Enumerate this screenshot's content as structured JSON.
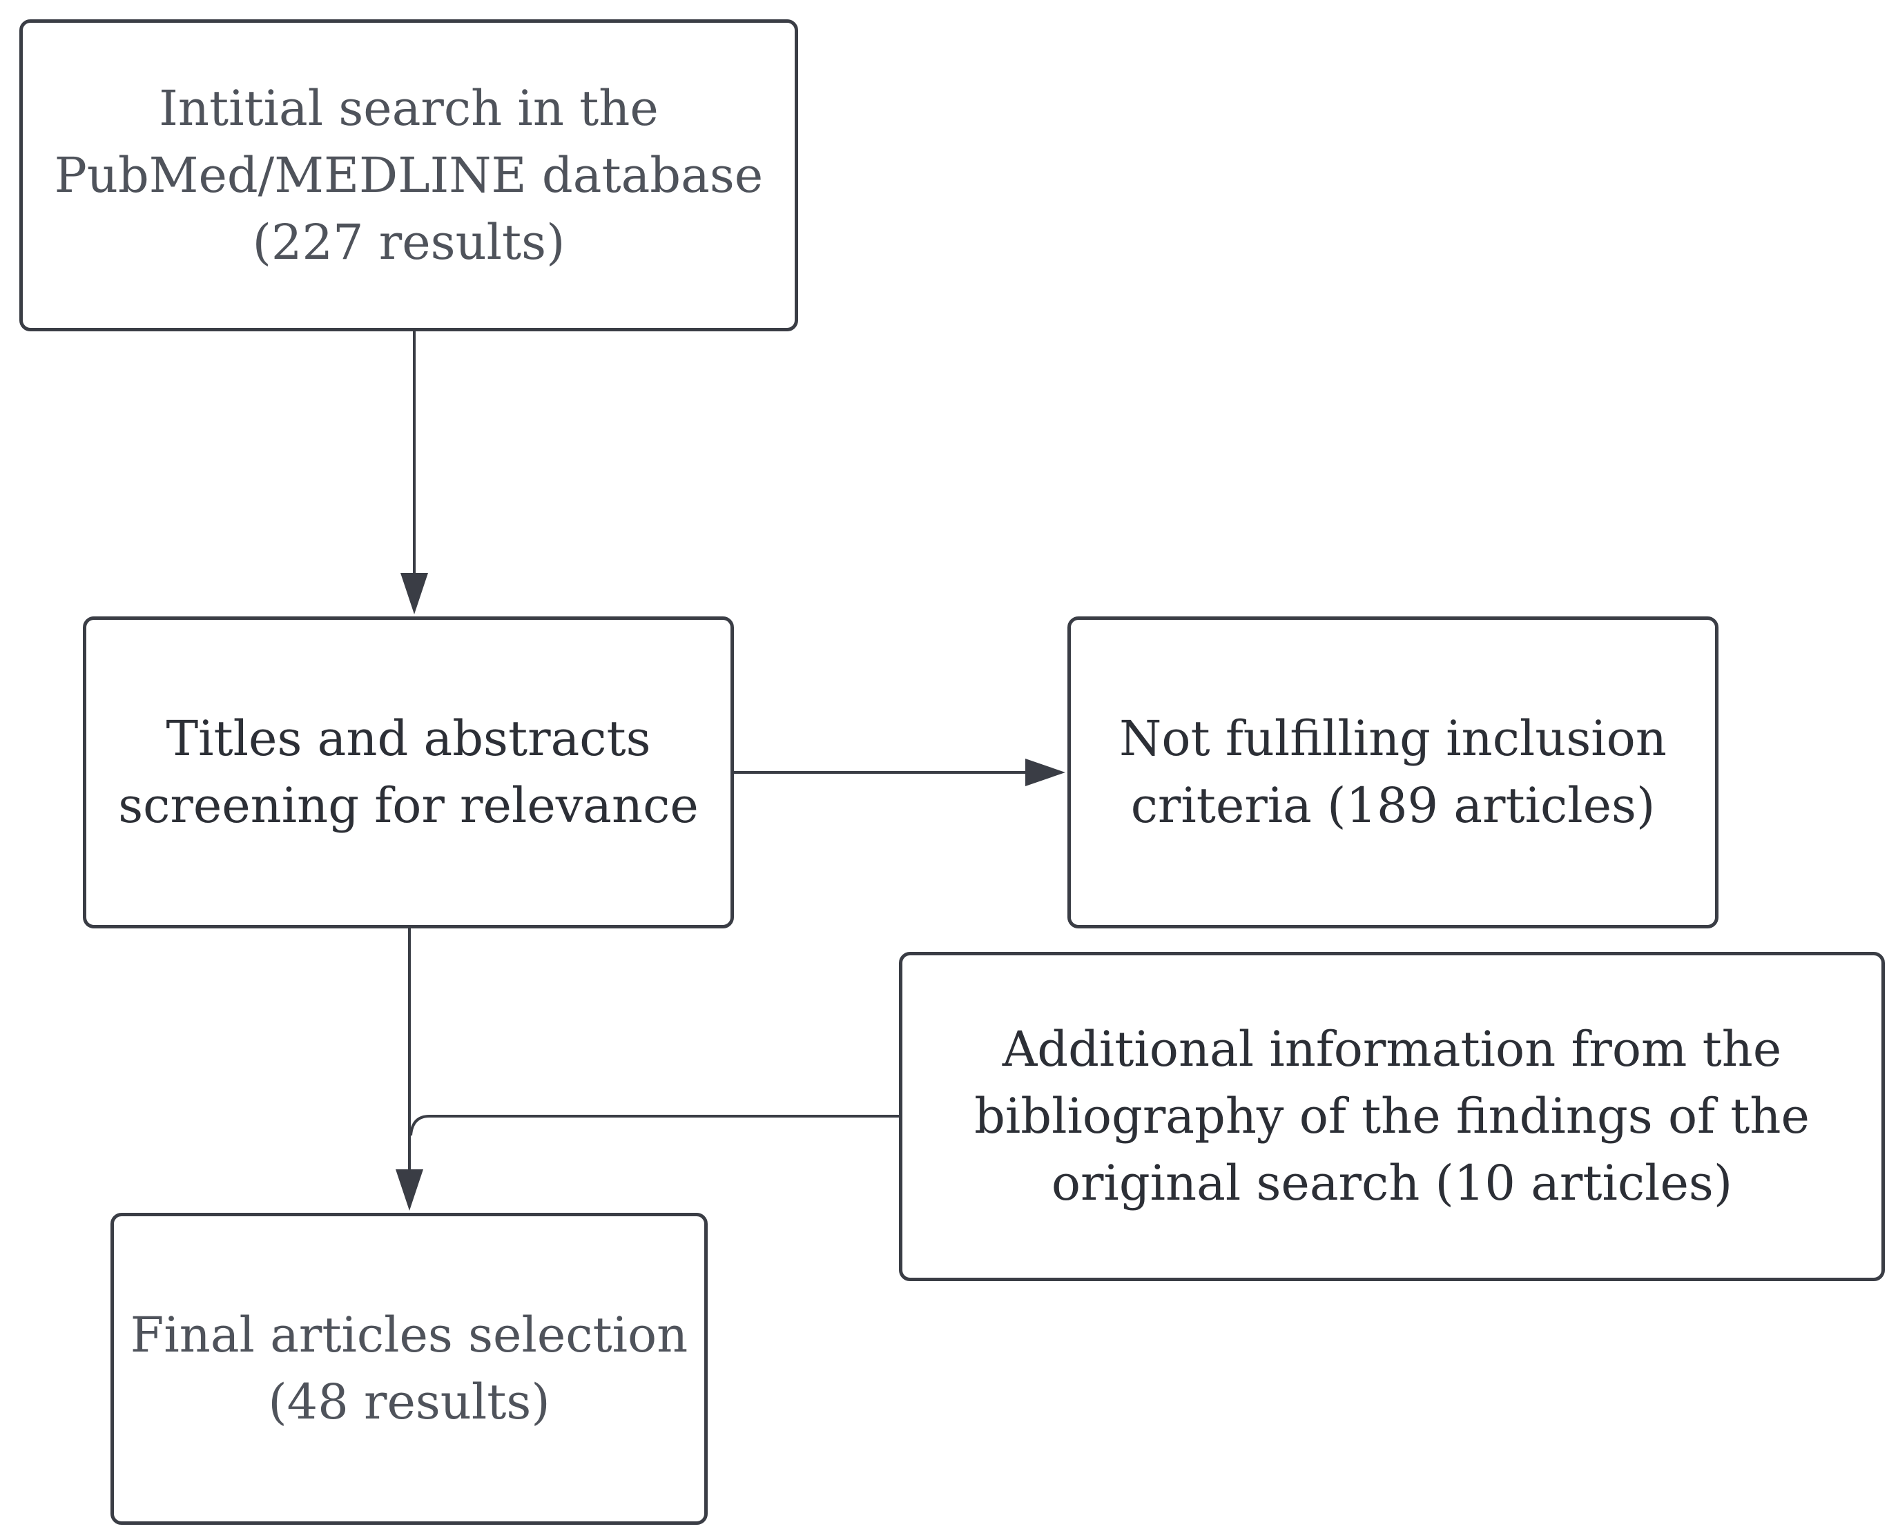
{
  "nodes": {
    "search": {
      "lines": [
        "Intitial search in the",
        "PubMed/MEDLINE database",
        "(227 results)"
      ]
    },
    "screen": {
      "lines": [
        "Titles and abstracts",
        "screening for relevance"
      ]
    },
    "excluded": {
      "lines": [
        "Not fulfilling inclusion",
        "criteria (189 articles)"
      ]
    },
    "extra": {
      "lines": [
        "Additional information from the",
        "bibliography of the findings of the",
        "original search (10 articles)"
      ]
    },
    "final": {
      "lines": [
        "Final articles selection",
        "(48 results)"
      ]
    }
  },
  "edges": [
    {
      "from": "search",
      "to": "screen"
    },
    {
      "from": "screen",
      "to": "excluded"
    },
    {
      "from": "screen",
      "to": "final"
    },
    {
      "from": "extra",
      "to": "final"
    }
  ],
  "colors": {
    "border": "#3a3d45",
    "text": "#2c2f36",
    "text_light": "#4f535b",
    "connector": "#3a3d45"
  }
}
